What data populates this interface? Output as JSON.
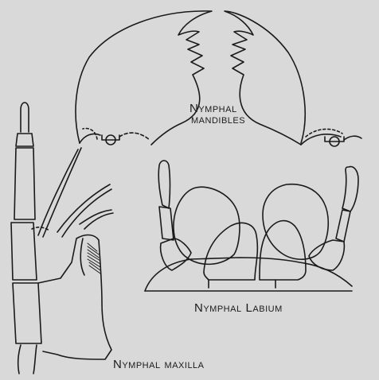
{
  "labels": {
    "mandibles_line1_initial": "N",
    "mandibles_line1_rest": "YMPHAL",
    "mandibles_line2": "MANDIBLES",
    "labium_initial_1": "N",
    "labium_rest_1": "YMPHAL",
    "labium_initial_2": "L",
    "labium_rest_2": "ABIUM",
    "maxilla_initial_1": "N",
    "maxilla_rest_1": "YMPHAL",
    "maxilla_rest_2": "MAXILLA"
  },
  "colors": {
    "background": "#d9d9d9",
    "ink": "#1a1a1a"
  }
}
